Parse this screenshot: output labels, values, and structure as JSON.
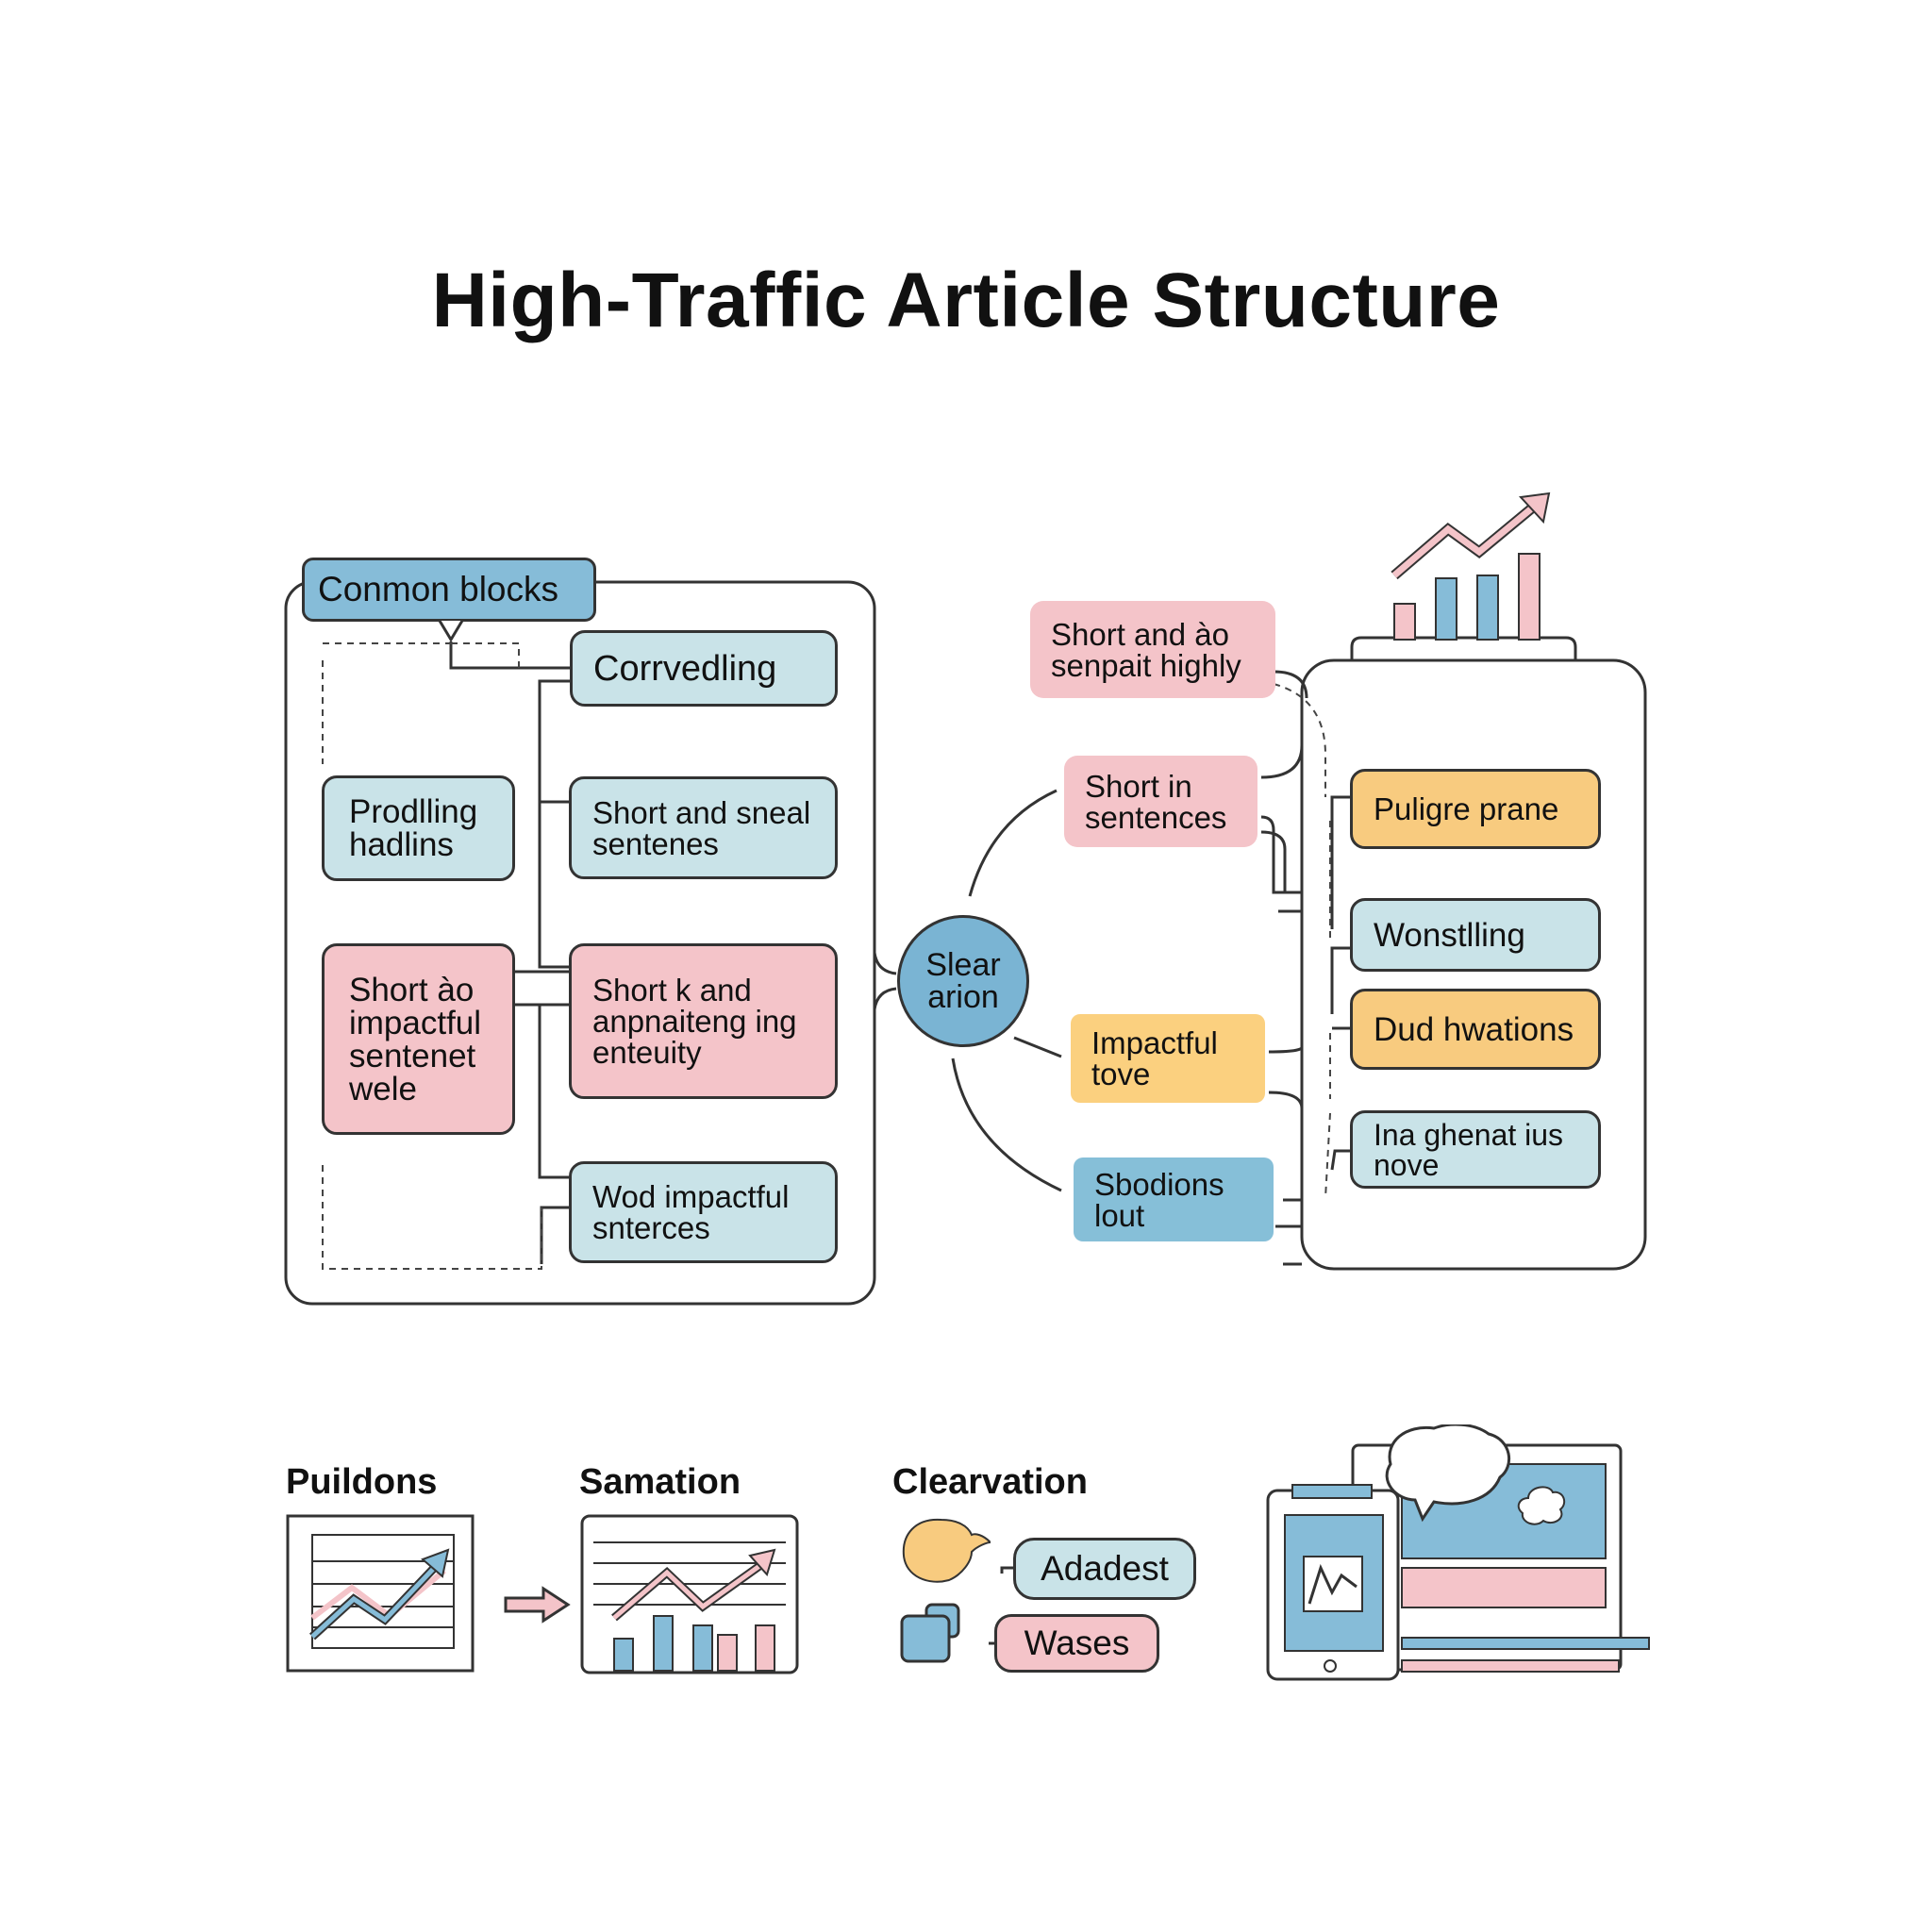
{
  "title": "High-Traffic Article Structure",
  "left_panel": {
    "tab_label": "Conmon blocks",
    "nodes": [
      {
        "id": "corrvedling",
        "text": "Corrvedling",
        "color": "blue"
      },
      {
        "id": "prodlling",
        "text": "Prodlling\nhadlins",
        "color": "blue"
      },
      {
        "id": "short-sneal",
        "text": "Short and sneal\nsentenes",
        "color": "blue"
      },
      {
        "id": "short-ao",
        "text": "Short ào\nimpactful\nsentenet\nwele",
        "color": "pink"
      },
      {
        "id": "short-k",
        "text": "Short k and\nanpnaiteng ing\nenteuity",
        "color": "pink"
      },
      {
        "id": "wod-impactful",
        "text": "Wod impactful\nsnterces",
        "color": "blue"
      }
    ]
  },
  "hub": {
    "text": "Slear\narion",
    "color": "#7ab4d3"
  },
  "middle_nodes": [
    {
      "id": "short-senpait",
      "text": "Short and ào\nsenpait highly",
      "color": "pink"
    },
    {
      "id": "short-in",
      "text": "Short in\nsentences",
      "color": "pink"
    },
    {
      "id": "impactful-tove",
      "text": "Impactful\ntove",
      "color": "yellow"
    },
    {
      "id": "sbodions",
      "text": "Sbodions\nlout",
      "color": "blue"
    }
  ],
  "right_panel": {
    "nodes": [
      {
        "id": "puligre",
        "text": "Puligre prane",
        "color": "yellow"
      },
      {
        "id": "wonstling",
        "text": "Wonstlling",
        "color": "blue"
      },
      {
        "id": "dud",
        "text": "Dud hwations",
        "color": "yellow"
      },
      {
        "id": "ina",
        "text": "Ina ghenat ius\nnove",
        "color": "blue"
      }
    ]
  },
  "bottom": {
    "labels": [
      "Puildons",
      "Samation",
      "Clearvation"
    ],
    "pills": [
      "Adadest",
      "Wases"
    ]
  },
  "icons": [
    "growth-bar-chart-icon",
    "line-chart-icon",
    "arrow-right-icon",
    "bar-line-chart-icon",
    "speech-bubble-icon",
    "blocks-icon",
    "devices-icon"
  ],
  "colors": {
    "blue": "#c9e3e8",
    "pink": "#f4c4c9",
    "yellow": "#f8cb7f",
    "hub": "#7ab4d3",
    "tab": "#86bcd8",
    "outline": "#333333"
  }
}
